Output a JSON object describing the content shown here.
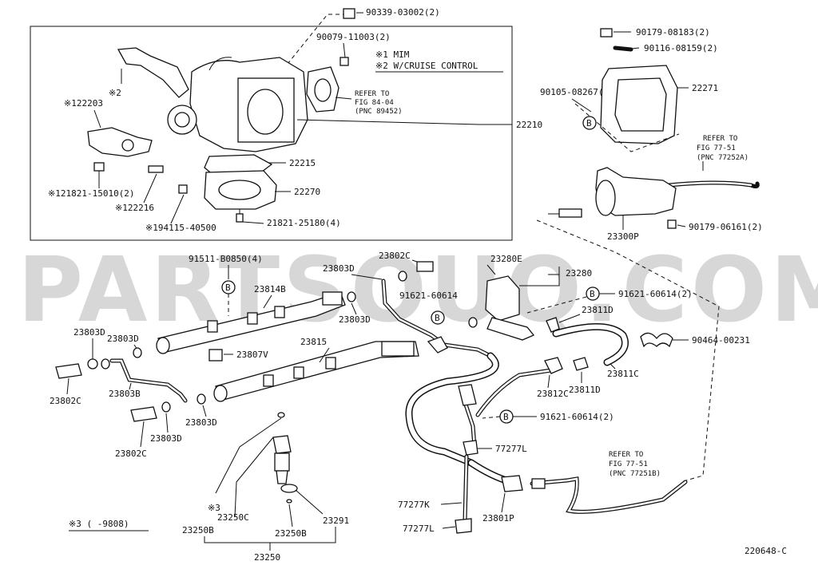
{
  "labels": {
    "l90339": "90339-03002(2)",
    "l90079": "90079-11003(2)",
    "noteMim": "※1 MIM",
    "noteCruise": "※2 W/CRUISE CONTROL",
    "refer1a": "REFER TO",
    "refer1b": "FIG 84-04",
    "refer1c": "(PNC 89452)",
    "l22210": "22210",
    "l2": "※2",
    "l122203": "※122203",
    "l22215": "22215",
    "l22270": "22270",
    "l121821": "※121821-15010(2)",
    "l122216": "※122216",
    "l194115": "※194115-40500",
    "l21821": "21821-25180(4)",
    "l90179a": "90179-08183(2)",
    "l90116": "90116-08159(2)",
    "l90105": "90105-08267(2)",
    "l22271": "22271",
    "refer2a": "REFER TO",
    "refer2b": "FIG 77-51",
    "refer2c": "(PNC 77252A)",
    "l23300P": "23300P",
    "l90179b": "90179-06161(2)",
    "l91511": "91511-B0850(4)",
    "l23814B": "23814B",
    "l23803Da": "23803D",
    "l23802Ca": "23802C",
    "l23280E": "23280E",
    "l23280": "23280",
    "l91621a": "91621-60614",
    "l91621b": "91621-60614(2)",
    "l23803Db": "23803D",
    "l23811Da": "23811D",
    "l23803Dc": "23803D",
    "l23803Dd": "23803D",
    "l90464": "90464-00231",
    "l23807V": "23807V",
    "l23815": "23815",
    "l23811C": "23811C",
    "l23802Cb": "23802C",
    "l23803B": "23803B",
    "l23812C": "23812C",
    "l23811Db": "23811D",
    "l91621c": "91621-60614(2)",
    "l23803De": "23803D",
    "l23802Cc": "23802C",
    "l23803Df": "23803D",
    "l77277La": "77277L",
    "refer3a": "REFER TO",
    "refer3b": "FIG 77-51",
    "refer3c": "(PNC 77251B)",
    "l3": "※3",
    "l23250C": "23250C",
    "l23291": "23291",
    "l77277K": "77277K",
    "l23801P": "23801P",
    "l23250Ba": "23250B",
    "l23250Bb": "23250B",
    "l77277Lb": "77277L",
    "l23250": "23250",
    "noteDate": "※3 (    -9808)",
    "diagramId": "220648-C",
    "markB": "B",
    "watermark": "PARTSOUQ.COM"
  },
  "colors": {
    "ink": "#111111",
    "watermark": "#b8b8b8",
    "background": "#ffffff"
  }
}
